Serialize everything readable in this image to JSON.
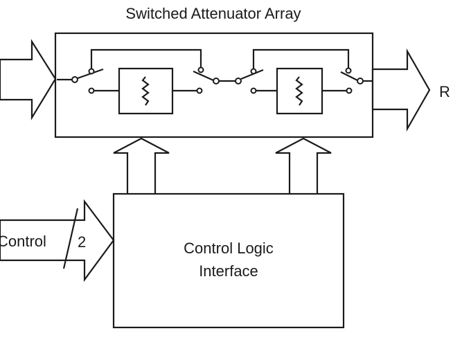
{
  "diagram": {
    "title": "Switched Attenuator Array",
    "control_input_label": "Control",
    "bus_width_label": "2",
    "logic_block_line1": "Control Logic",
    "logic_block_line2": "Interface",
    "output_label": "R"
  }
}
